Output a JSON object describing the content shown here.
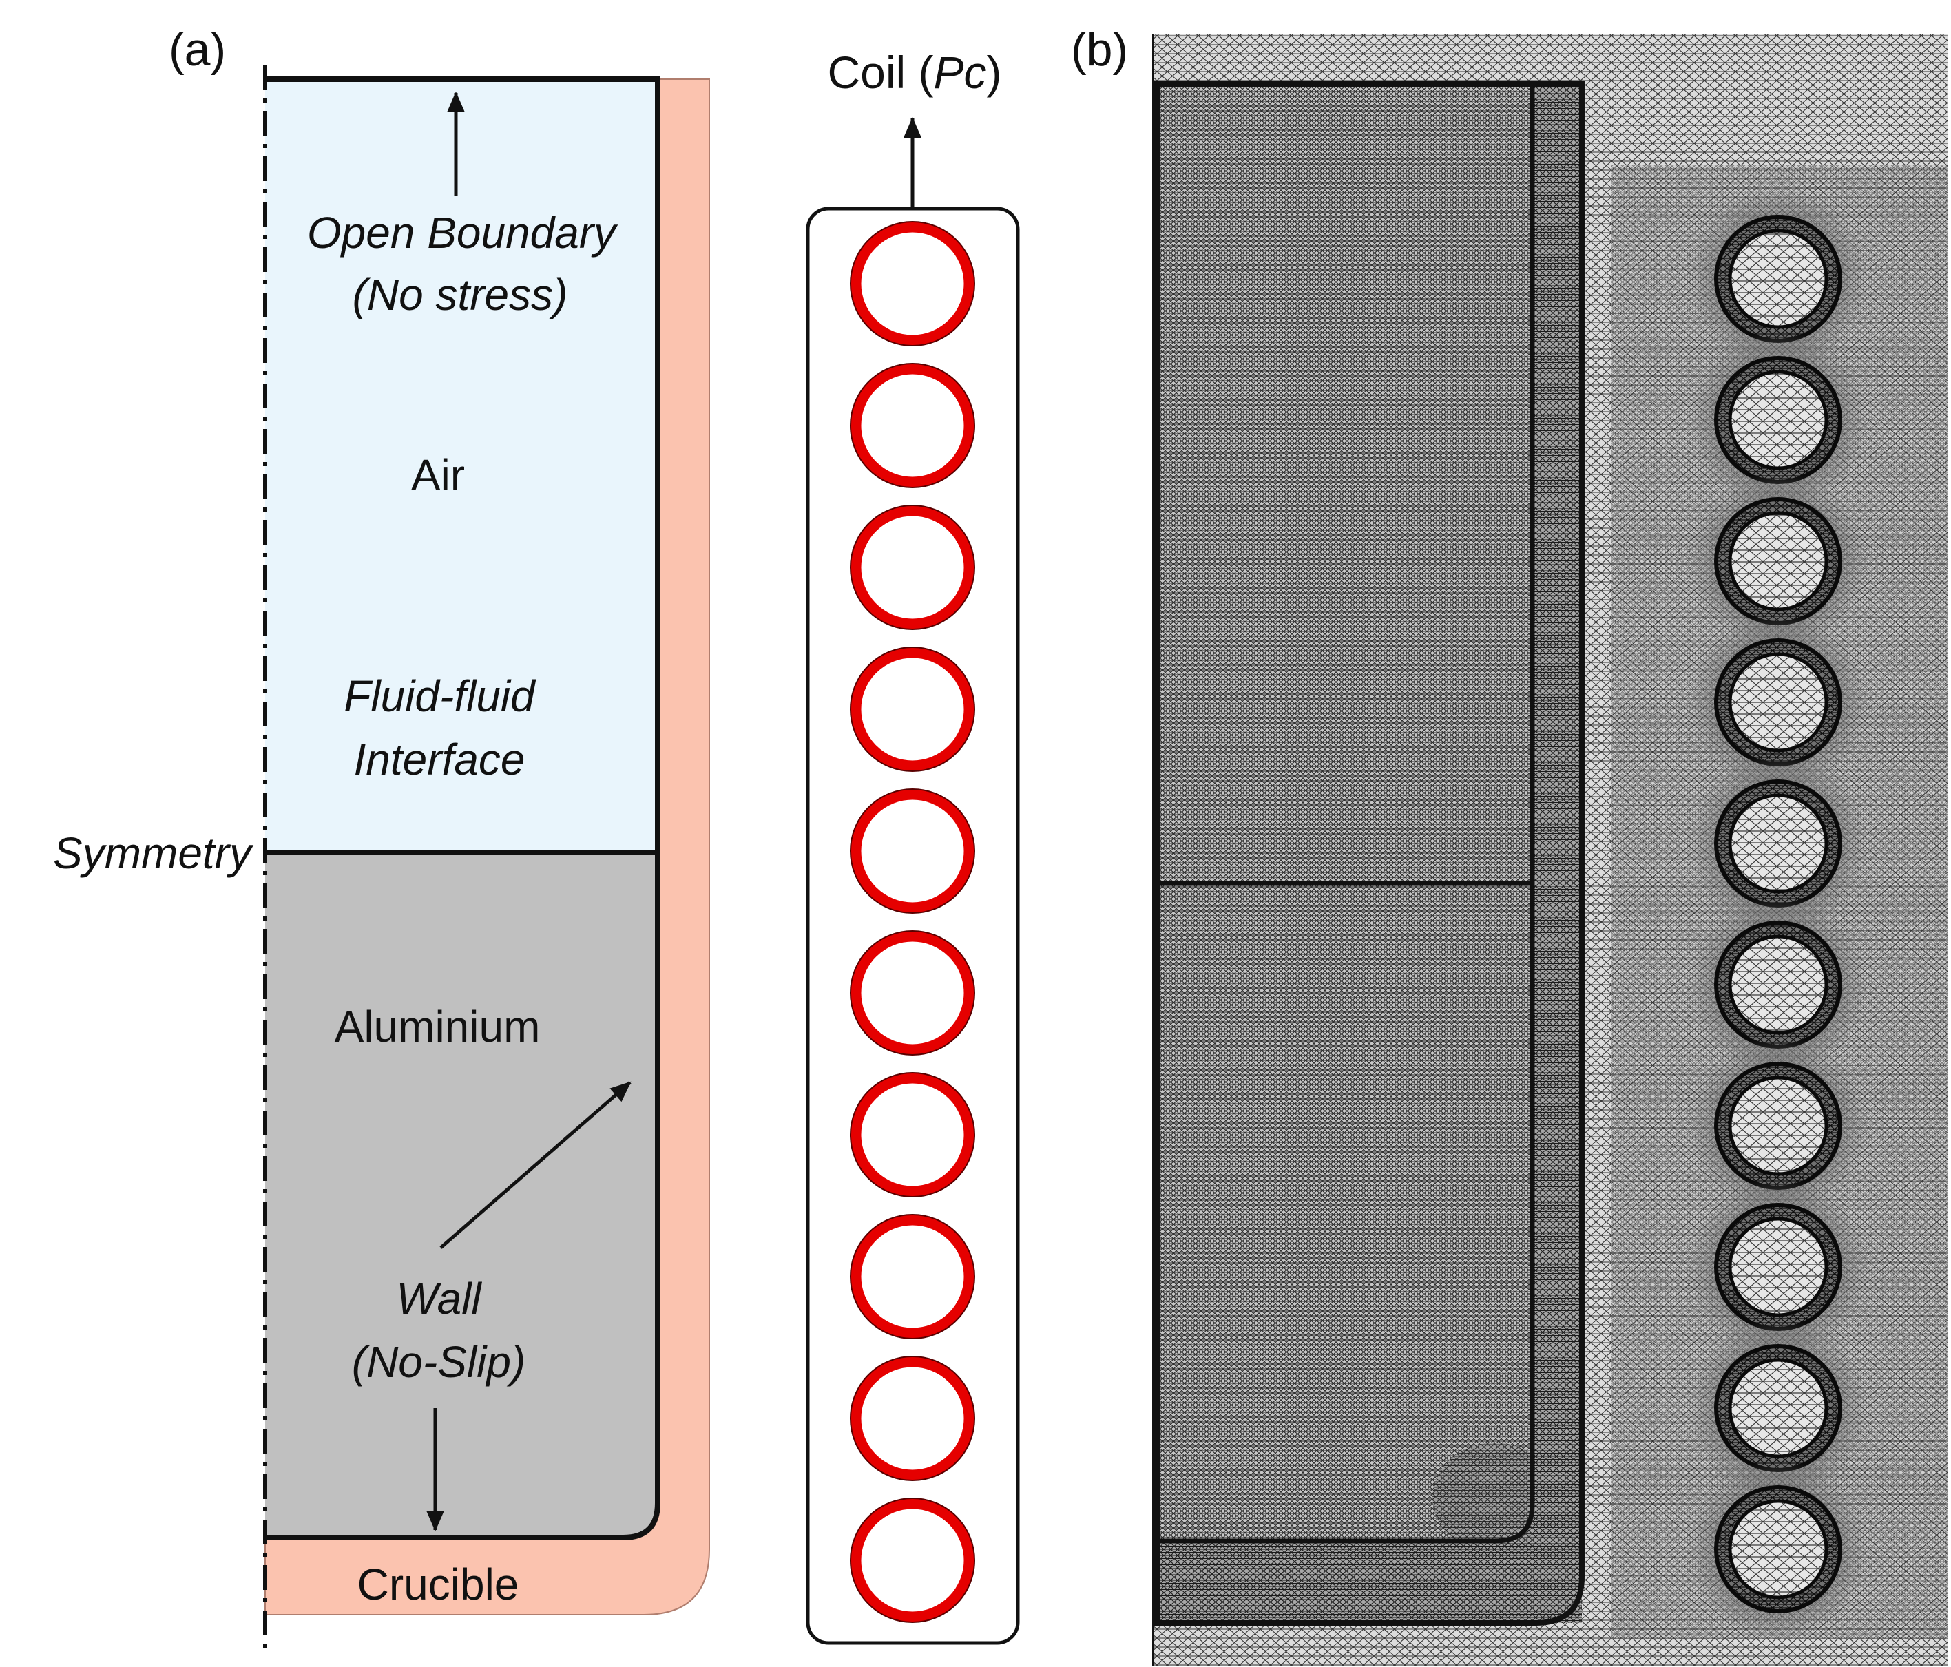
{
  "panel_a": {
    "tag": "(a)",
    "labels": {
      "open_boundary_line1": "Open Boundary",
      "open_boundary_line2": "(No stress)",
      "air": "Air",
      "interface_line1": "Fluid-fluid",
      "interface_line2": "Interface",
      "symmetry": "Symmetry",
      "aluminium": "Aluminium",
      "wall_line1": "Wall",
      "wall_line2": "(No-Slip)",
      "crucible": "Crucible",
      "coil_prefix": "Coil (",
      "coil_symbol": "Pc",
      "coil_suffix": ")"
    },
    "coil_turns": 10,
    "colors": {
      "air": "#E9F5FC",
      "aluminium": "#C0C0C0",
      "crucible": "#FBC3AF",
      "coil_ring": "#E50000",
      "outline": "#111111"
    }
  },
  "panel_b": {
    "tag": "(b)",
    "coil_turns": 10,
    "colors": {
      "mesh_background": "#B9B9B9",
      "mesh_lines": "#111111"
    }
  }
}
